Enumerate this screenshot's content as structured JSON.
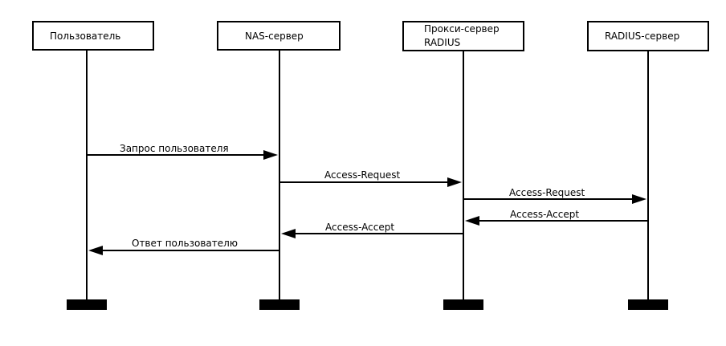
{
  "participants": [
    {
      "id": "user",
      "label_lines": [
        "Пользователь"
      ]
    },
    {
      "id": "nas",
      "label_lines": [
        "NAS-сервер"
      ]
    },
    {
      "id": "proxy",
      "label_lines": [
        "Прокси-сервер",
        "RADIUS"
      ]
    },
    {
      "id": "radius",
      "label_lines": [
        "RADIUS-сервер"
      ]
    }
  ],
  "messages": [
    {
      "from": "user",
      "to": "nas",
      "label": "Запрос пользователя"
    },
    {
      "from": "nas",
      "to": "proxy",
      "label": "Access-Request"
    },
    {
      "from": "proxy",
      "to": "radius",
      "label": "Access-Request"
    },
    {
      "from": "radius",
      "to": "proxy",
      "label": "Access-Accept"
    },
    {
      "from": "proxy",
      "to": "nas",
      "label": "Access-Accept"
    },
    {
      "from": "nas",
      "to": "user",
      "label": "Ответ пользователю"
    }
  ]
}
